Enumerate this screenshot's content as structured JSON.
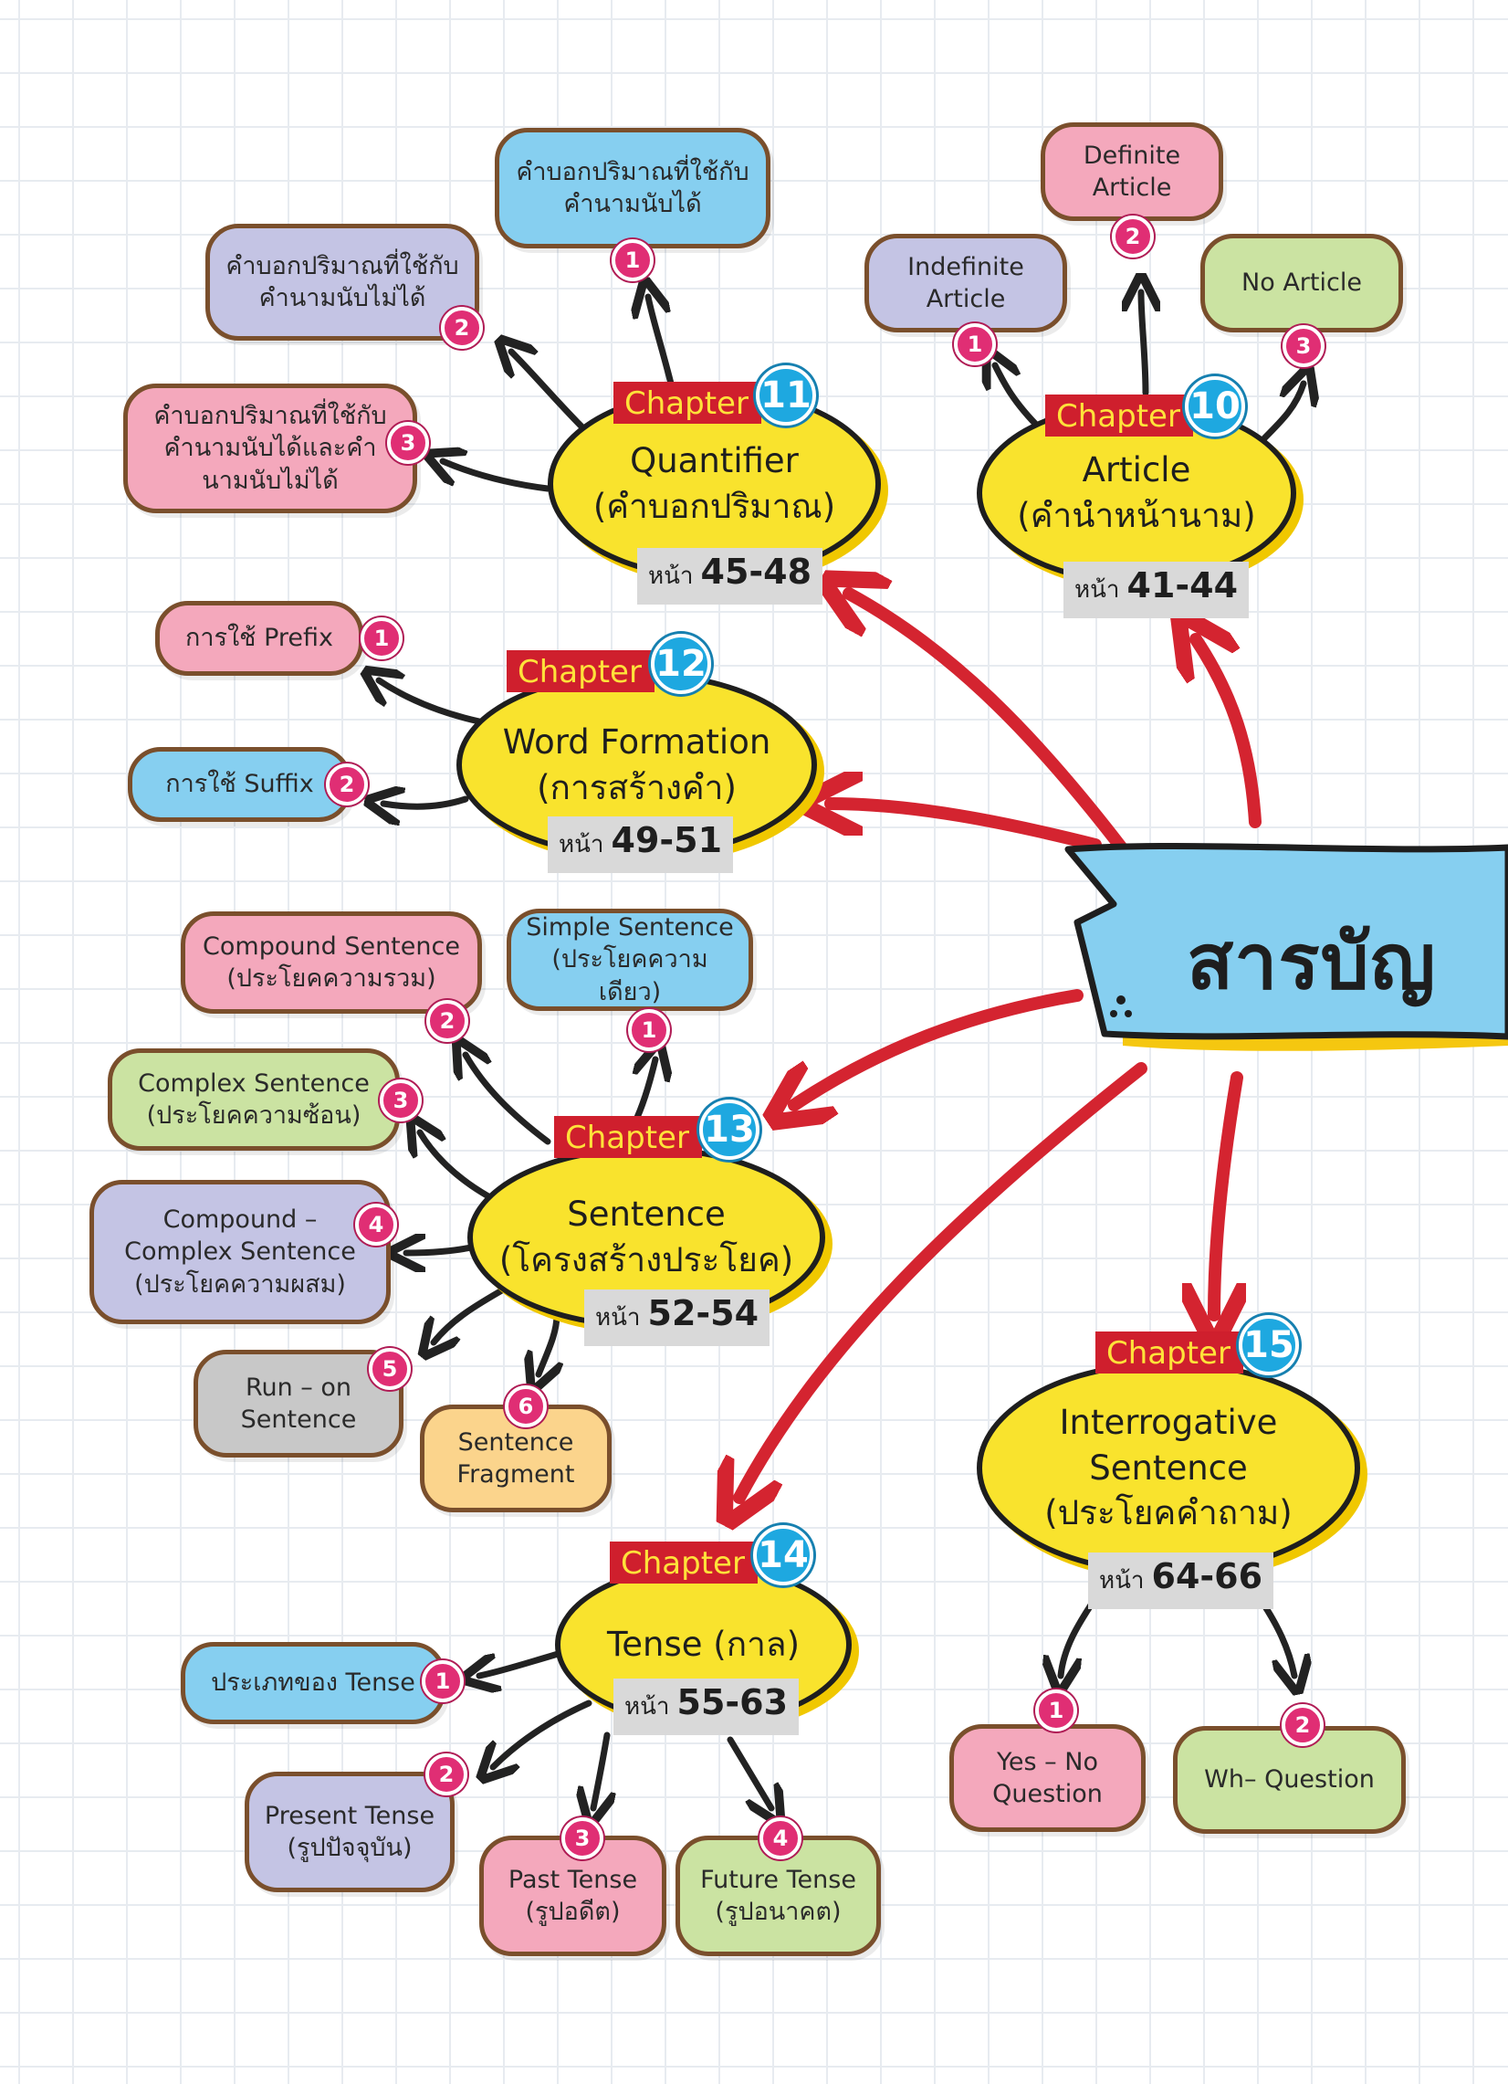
{
  "title": "สารบัญ",
  "chapters": {
    "ch10": {
      "chapter_label": "Chapter",
      "number": "10",
      "title": "Article",
      "subtitle": "(คำนำหน้านาม)",
      "page_label": "หน้า",
      "pages": "41-44",
      "items": [
        "Indefinite Article",
        "Definite Article",
        "No Article"
      ]
    },
    "ch11": {
      "chapter_label": "Chapter",
      "number": "11",
      "title": "Quantifier",
      "subtitle": "(คำบอกปริมาณ)",
      "page_label": "หน้า",
      "pages": "45-48",
      "items": [
        "คำบอกปริมาณที่ใช้กับคำนามนับได้",
        "คำบอกปริมาณที่ใช้กับคำนามนับไม่ได้",
        "คำบอกปริมาณที่ใช้กับคำนามนับได้และคำนามนับไม่ได้"
      ]
    },
    "ch12": {
      "chapter_label": "Chapter",
      "number": "12",
      "title": "Word Formation",
      "subtitle": "(การสร้างคำ)",
      "page_label": "หน้า",
      "pages": "49-51",
      "items": [
        "การใช้ Prefix",
        "การใช้ Suffix"
      ]
    },
    "ch13": {
      "chapter_label": "Chapter",
      "number": "13",
      "title": "Sentence",
      "subtitle": "(โครงสร้างประโยค)",
      "page_label": "หน้า",
      "pages": "52-54",
      "items": [
        "Simple Sentence (ประโยคความเดียว)",
        "Compound Sentence (ประโยคความรวม)",
        "Complex Sentence (ประโยคความซ้อน)",
        "Compound – Complex Sentence (ประโยคความผสม)",
        "Run – on Sentence",
        "Sentence Fragment"
      ]
    },
    "ch14": {
      "chapter_label": "Chapter",
      "number": "14",
      "title": "Tense (กาล)",
      "subtitle": "",
      "page_label": "หน้า",
      "pages": "55-63",
      "items": [
        "ประเภทของ Tense",
        "Present Tense (รูปปัจจุบัน)",
        "Past Tense (รูปอดีต)",
        "Future Tense (รูปอนาคต)"
      ]
    },
    "ch15": {
      "chapter_label": "Chapter",
      "number": "15",
      "title": "Interrogative Sentence",
      "subtitle": "(ประโยคคำถาม)",
      "page_label": "หน้า",
      "pages": "64-66",
      "items": [
        "Yes – No Question",
        "Wh– Question"
      ]
    }
  },
  "numbers": [
    "1",
    "2",
    "3",
    "4",
    "5",
    "6"
  ],
  "colors": {
    "hub_yellow": "#f9e32d",
    "chapter_red": "#cf1f2d",
    "chapter_num_blue": "#1ea8e0",
    "badge_pink": "#e02e74",
    "arrow_red": "#d42430",
    "banner_blue": "#86cff0"
  }
}
